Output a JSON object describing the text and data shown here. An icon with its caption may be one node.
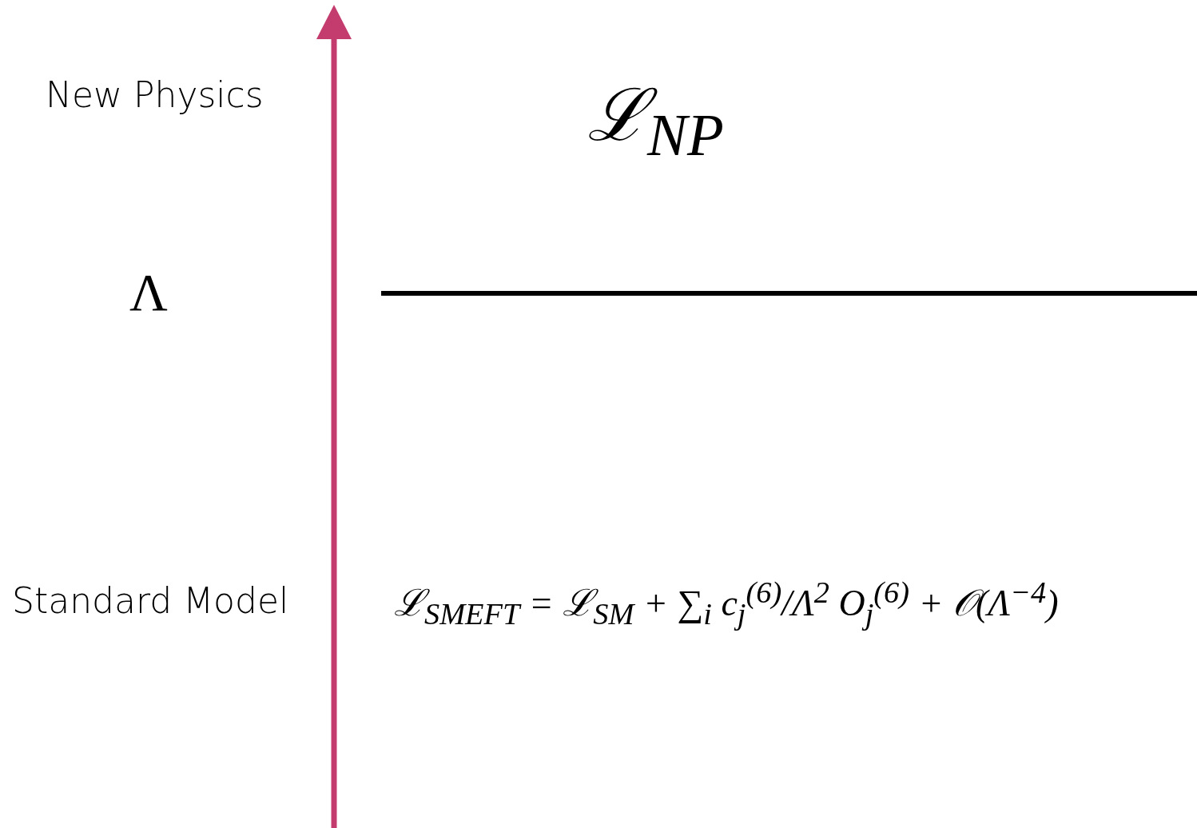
{
  "diagram": {
    "labels": [
      "New Physics",
      "ℒ$_{NP}$",
      "Λ",
      "Standard Model",
      "ℒ$_{SMEFT}$ = ℒ$_{SM}$ + ∑$_{i}$ c$_{j}$$^{(6)}$/Λ$^{2}$ O$_{j}$$^{(6)}$ + 𝒪(Λ$^{−4}$)"
    ]
  }
}
